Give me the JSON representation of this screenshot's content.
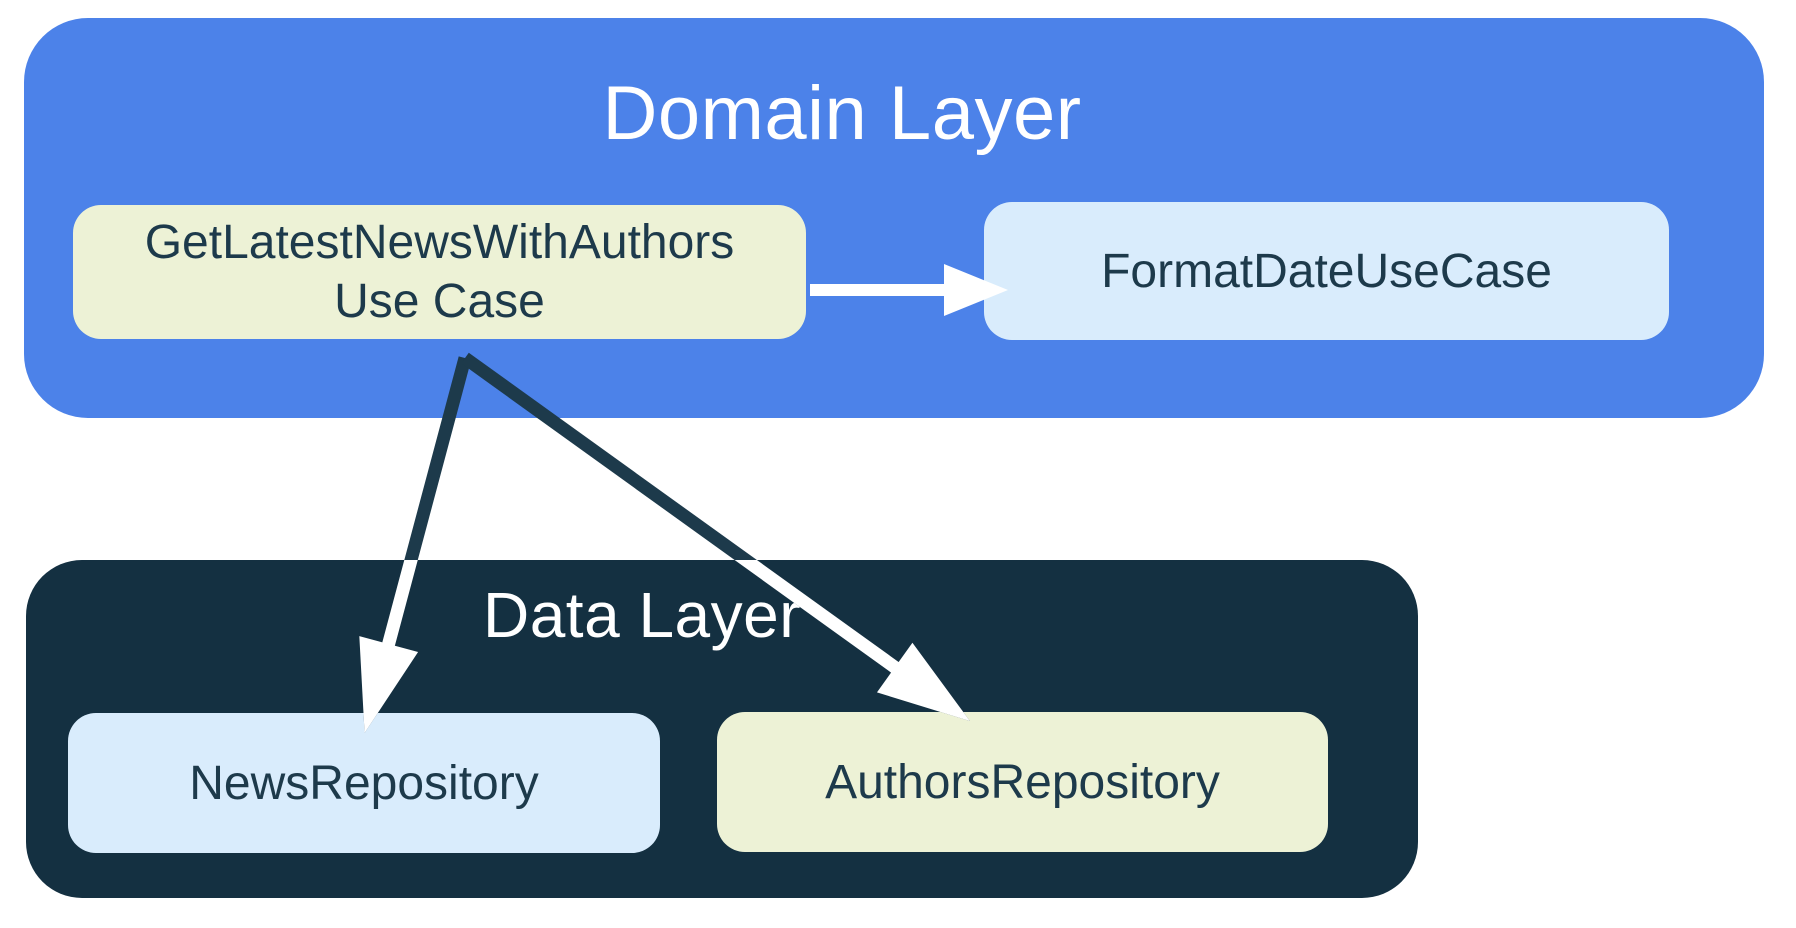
{
  "diagram": {
    "domain_layer": {
      "title": "Domain Layer",
      "nodes": {
        "get_latest_news_with_authors_use_case": {
          "label": "GetLatestNewsWithAuthors\nUse Case"
        },
        "format_date_use_case": {
          "label": "FormatDateUseCase"
        }
      }
    },
    "data_layer": {
      "title": "Data Layer",
      "nodes": {
        "news_repository": {
          "label": "NewsRepository"
        },
        "authors_repository": {
          "label": "AuthorsRepository"
        }
      }
    },
    "edges": [
      {
        "from": "GetLatestNewsWithAuthorsUseCase",
        "to": "FormatDateUseCase"
      },
      {
        "from": "GetLatestNewsWithAuthorsUseCase",
        "to": "NewsRepository"
      },
      {
        "from": "GetLatestNewsWithAuthorsUseCase",
        "to": "AuthorsRepository"
      }
    ],
    "colors": {
      "blue": "#4C82E9",
      "navy": "#143041",
      "pale_yellow": "#EDF2D6",
      "pale_blue": "#D9ECFC",
      "ink": "#1D3A4B",
      "white": "#FFFFFF"
    }
  }
}
